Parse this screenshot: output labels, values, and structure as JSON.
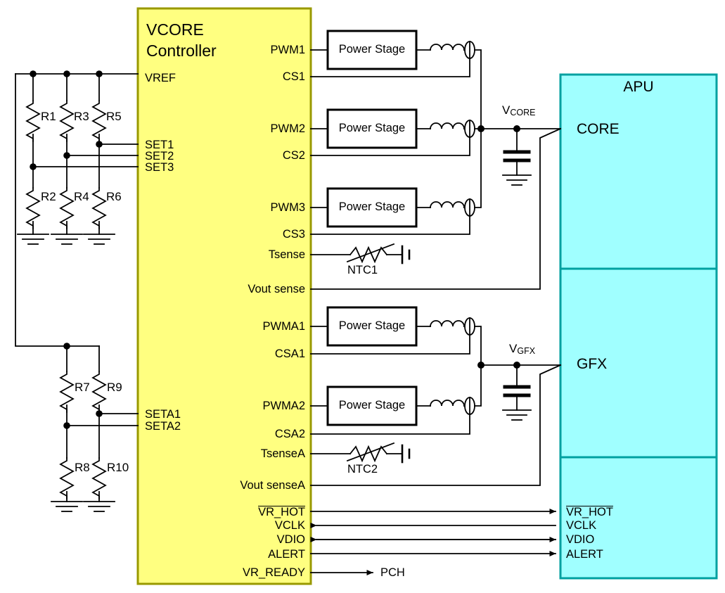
{
  "diagram": {
    "title": "VCORE Controller to APU power delivery block diagram",
    "colors": {
      "controller_fill": "#FFFF80",
      "controller_stroke": "#999900",
      "apu_fill": "#A0FFFF",
      "apu_stroke": "#00A0A0",
      "wire": "#000000",
      "box_fill": "#FFFFFF",
      "box_stroke": "#000000"
    }
  },
  "controller": {
    "name": "VCORE Controller",
    "title_line1": "VCORE",
    "title_line2": "Controller",
    "left_pins": [
      {
        "label": "VREF"
      },
      {
        "label": "SET1"
      },
      {
        "label": "SET2"
      },
      {
        "label": "SET3"
      },
      {
        "label": "SETA1"
      },
      {
        "label": "SETA2"
      }
    ],
    "right_pins": [
      {
        "label": "PWM1"
      },
      {
        "label": "CS1"
      },
      {
        "label": "PWM2"
      },
      {
        "label": "CS2"
      },
      {
        "label": "PWM3"
      },
      {
        "label": "CS3"
      },
      {
        "label": "Tsense"
      },
      {
        "label": "Vout sense"
      },
      {
        "label": "PWMA1"
      },
      {
        "label": "CSA1"
      },
      {
        "label": "PWMA2"
      },
      {
        "label": "CSA2"
      },
      {
        "label": "TsenseA"
      },
      {
        "label": "Vout senseA"
      },
      {
        "label": "VR_HOT",
        "overbar": true
      },
      {
        "label": "VCLK"
      },
      {
        "label": "VDIO"
      },
      {
        "label": "ALERT"
      },
      {
        "label": "VR_READY"
      }
    ]
  },
  "power_stages": [
    {
      "label": "Power Stage",
      "rail": "VCORE",
      "phase": 1
    },
    {
      "label": "Power Stage",
      "rail": "VCORE",
      "phase": 2
    },
    {
      "label": "Power Stage",
      "rail": "VCORE",
      "phase": 3
    },
    {
      "label": "Power Stage",
      "rail": "VGFX",
      "phase": 1
    },
    {
      "label": "Power Stage",
      "rail": "VGFX",
      "phase": 2
    }
  ],
  "resistors": {
    "core_divider": [
      {
        "label": "R1"
      },
      {
        "label": "R3"
      },
      {
        "label": "R5"
      },
      {
        "label": "R2"
      },
      {
        "label": "R4"
      },
      {
        "label": "R6"
      }
    ],
    "gfx_divider": [
      {
        "label": "R7"
      },
      {
        "label": "R9"
      },
      {
        "label": "R8"
      },
      {
        "label": "R10"
      }
    ]
  },
  "thermistors": [
    {
      "label": "NTC1",
      "pin": "Tsense"
    },
    {
      "label": "NTC2",
      "pin": "TsenseA"
    }
  ],
  "rails": [
    {
      "name": "VCORE",
      "base": "V",
      "sub": "CORE"
    },
    {
      "name": "VGFX",
      "base": "V",
      "sub": "GFX"
    }
  ],
  "apu": {
    "title": "APU",
    "sections": [
      {
        "label": "CORE"
      },
      {
        "label": "GFX"
      },
      {
        "label": ""
      }
    ],
    "pins": [
      {
        "label": "VR_HOT",
        "overbar": true,
        "direction": "in"
      },
      {
        "label": "VCLK",
        "overbar": false,
        "direction": "out"
      },
      {
        "label": "VDIO",
        "overbar": false,
        "direction": "bidir"
      },
      {
        "label": "ALERT",
        "overbar": false,
        "direction": "out"
      }
    ]
  },
  "external": {
    "pch_label": "PCH"
  }
}
